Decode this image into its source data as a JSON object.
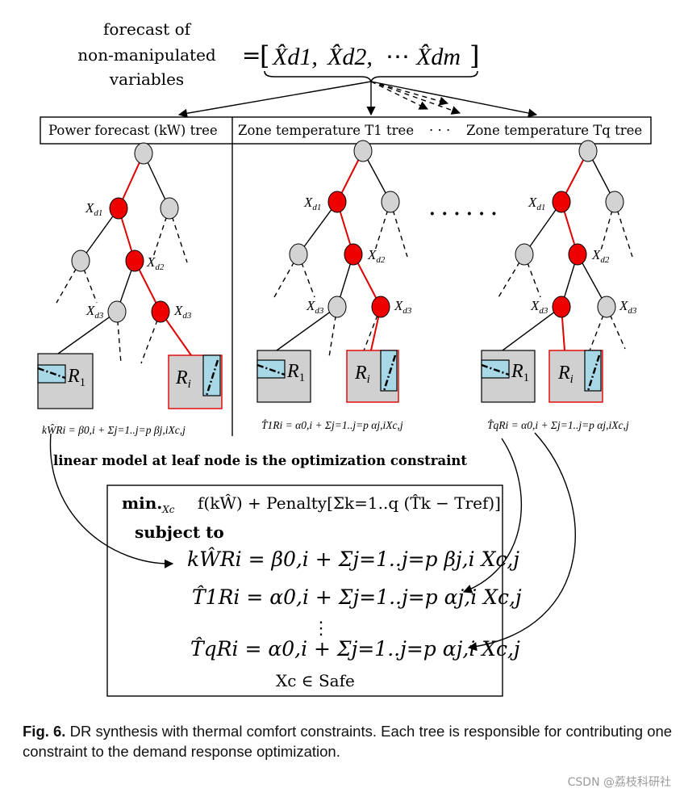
{
  "forecast": {
    "label_lines": [
      "forecast of",
      "non-manipulated",
      "variables"
    ],
    "equals": "=",
    "vector_items": [
      "X̂d1,",
      "X̂d2,",
      "⋯",
      "X̂dm"
    ]
  },
  "tree_headers": {
    "left": "Power forecast (kW) tree",
    "middle": "Zone temperature T1 tree",
    "ellipsis": "· · ·",
    "right": "Zone temperature Tq tree"
  },
  "node_labels": {
    "xd1": "X",
    "xd1_sub": "d1",
    "xd2": "X",
    "xd2_sub": "d2",
    "xd3": "X",
    "xd3_sub": "d3"
  },
  "tree_dots": "· · · · · ·",
  "leaf_labels": {
    "r1": "R",
    "r1_sub": "1",
    "ri": "R",
    "ri_sub": "i"
  },
  "leaf_equations": {
    "power": "kŴRi = β0,i + Σj=1..j=p βj,iXc,j",
    "t1": "T̂1Ri = α0,i + Σj=1..j=p αj,iXc,j",
    "tq": "T̂qRi = α0,i + Σj=1..j=p αj,iXc,j"
  },
  "linear_model_note": "linear model at leaf node is the optimization constraint",
  "optimization": {
    "objective_label": "min.",
    "objective_sub": "Xc",
    "objective": "f(kŴ) + Penalty[Σk=1..q (T̂k − Tref)]",
    "subject_to": "subject to",
    "c_power": "kŴRi = β0,i + Σj=1..j=p βj,i Xc,j",
    "c_t1": "T̂1Ri = α0,i + Σj=1..j=p αj,i Xc,j",
    "vdots": "⋮",
    "c_tq": "T̂qRi = α0,i + Σj=1..j=p αj,i Xc,j",
    "safe": "Xc ∈ Safe"
  },
  "caption": {
    "label": "Fig. 6.",
    "text": "DR synthesis with thermal comfort constraints. Each tree is responsible for contributing one constraint to the demand response optimization."
  },
  "watermark": "CSDN @荔枝科研社",
  "colors": {
    "active_node": "#ee0000",
    "inactive_node": "#d3d3d3",
    "leaf_box": "#d0d0d0",
    "sub_box": "#a8d8e6",
    "path": "#e00000"
  }
}
